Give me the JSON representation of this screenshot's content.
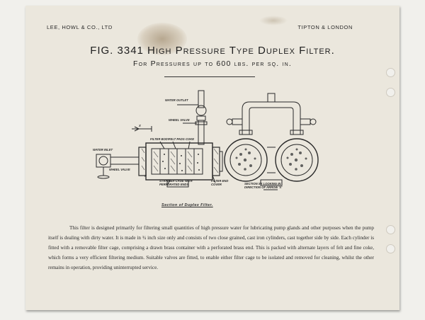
{
  "header": {
    "company": "LEE, HOWL & CO., LTD",
    "location": "TIPTON & LONDON"
  },
  "title": "FIG. 3341 High Pressure Type Duplex Filter.",
  "subtitle": "For Pressures up to 600 lbs. per sq. in.",
  "diagram": {
    "labels": {
      "water_outlet": "WATER OUTLET",
      "wheel_valve_top": "WHEEL VALVE",
      "x_mark": "X",
      "filter_body": "FILTER BODY",
      "felt_pads": "FELT PADS",
      "coke": "COKE",
      "water_inlet": "WATER INLET",
      "wheel_valve_left": "WHEEL VALVE",
      "x_mark_lower": "X",
      "strainer_cage": "STRAINER CAGE WITH PERFORATED ENDS",
      "filter_end_cover": "FILTER END COVER",
      "section_xx": "SECTION XX LOOKING IN DIRECTION OF ARROW 'X'"
    },
    "caption": "Section of Duplex Filter."
  },
  "body": "This filter is designed primarily for filtering small quantities of high pressure water for lubricating pump glands and other purposes when the pump itself is dealing with dirty water.  It is made in ¾ inch size only and consists of two close grained, cast iron cylinders, cast together side by side.  Each cylinder is fitted with a removable filter cage, comprising a drawn brass container with a perforated brass end.  This is packed with alternate layers of felt and fine coke, which forms a very efficient filtering medium.  Suitable valves are fitted, to enable either filter cage to be isolated and removed for cleaning, whilst the other remains in operation, providing uninterrupted service."
}
